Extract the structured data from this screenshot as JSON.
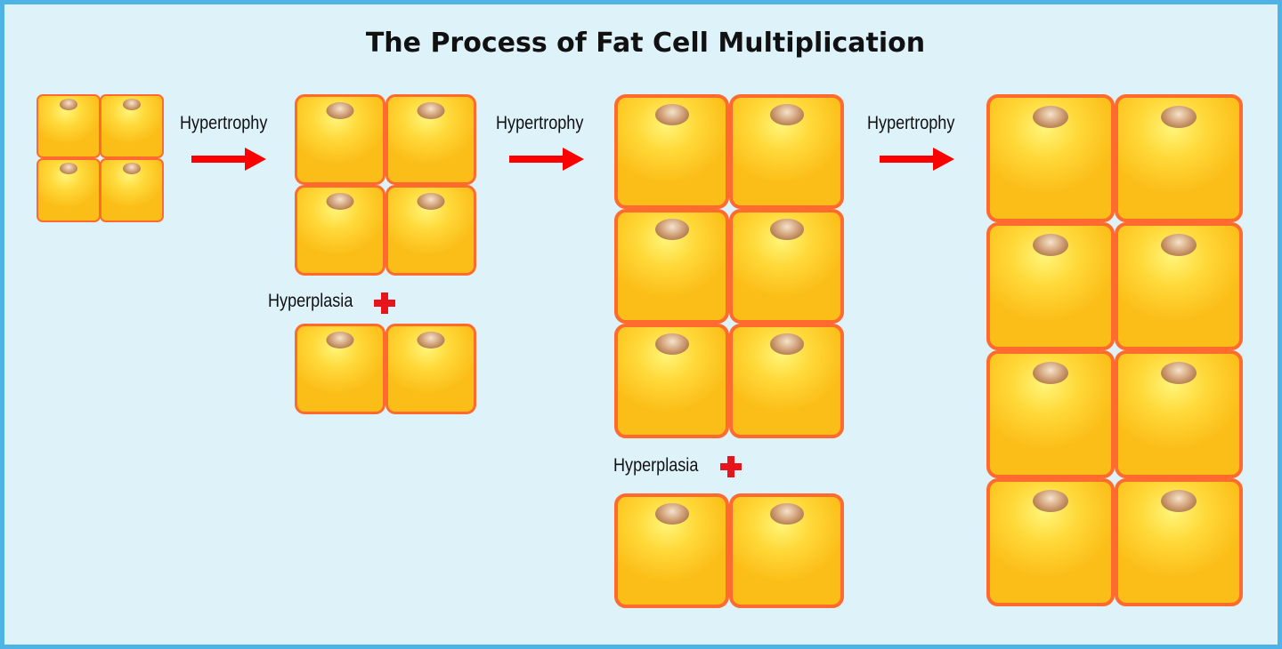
{
  "title": "The Process of Fat Cell Multiplication",
  "steps": [
    {
      "label": "Hypertrophy"
    },
    {
      "label": "Hypertrophy"
    },
    {
      "label": "Hypertrophy"
    }
  ],
  "hyperplasia": [
    {
      "label": "Hyperplasia"
    },
    {
      "label": "Hyperplasia"
    }
  ],
  "colors": {
    "background": "#def2fa",
    "frame": "#4fb3e6",
    "arrow": "#ff0000",
    "plus": "#e8141c",
    "cell_border": "#ff6a2e",
    "cell_fill": "#ffd93a",
    "nucleus": "#c9956a"
  },
  "icons": {
    "arrow": "right-arrow-icon",
    "plus": "plus-icon"
  }
}
